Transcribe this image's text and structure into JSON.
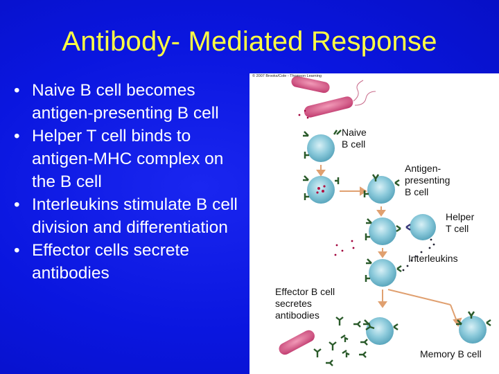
{
  "slide": {
    "title": "Antibody- Mediated Response",
    "bullets": [
      "Naive B cell becomes antigen-presenting B cell",
      "Helper T cell binds to antigen-MHC complex on the B cell",
      "Interleukins stimulate B cell division and differentiation",
      "Effector cells secrete antibodies"
    ],
    "bullet_glyph": "•",
    "colors": {
      "background": "#0a14e0",
      "title": "#ffff44",
      "text": "#ffffff",
      "cell": "#7ec4d8",
      "arrow": "#e0a070"
    }
  },
  "figure": {
    "credit": "© 2007 Brooks/Cole - Thomson Learning",
    "labels": {
      "naive_l1": "Naive",
      "naive_l2": "B cell",
      "apc_l1": "Antigen-",
      "apc_l2": "presenting",
      "apc_l3": "B cell",
      "helper_l1": "Helper",
      "helper_l2": "T cell",
      "interleukins": "Interleukins",
      "effector_l1": "Effector B cell",
      "effector_l2": "secretes",
      "effector_l3": "antibodies",
      "memory": "Memory B cell"
    }
  }
}
